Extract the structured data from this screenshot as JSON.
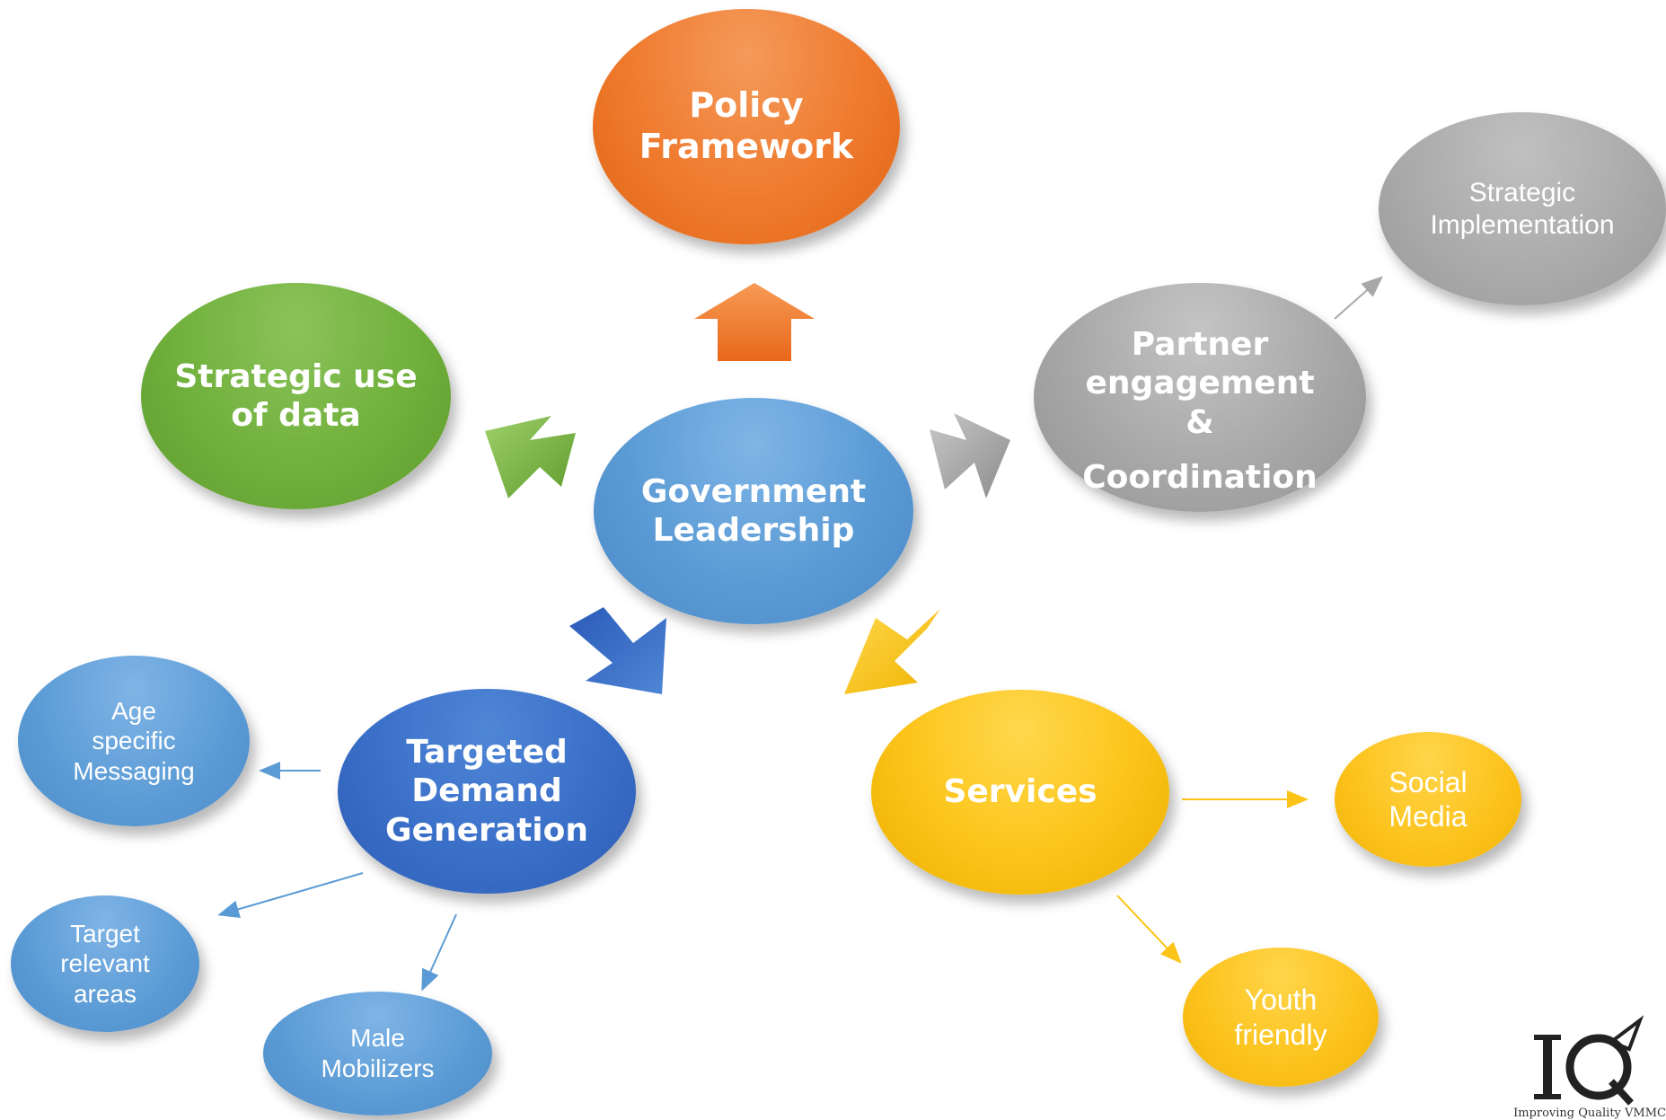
{
  "center": {
    "label_line1": "Government",
    "label_line2": "Leadership"
  },
  "policy": {
    "label_line1": "Policy",
    "label_line2": "Framework"
  },
  "data_use": {
    "label_line1": "Strategic use",
    "label_line2": "of data"
  },
  "partner": {
    "label_line1": "Partner",
    "label_line2": "engagement",
    "label_line3": "&",
    "label_line4": "Coordination"
  },
  "strategic_impl": {
    "label_line1": "Strategic",
    "label_line2": "Implementation"
  },
  "demand": {
    "label_line1": "Targeted",
    "label_line2": "Demand",
    "label_line3": "Generation"
  },
  "services": {
    "label": "Services"
  },
  "age_msg": {
    "label_line1": "Age",
    "label_line2": "specific",
    "label_line3": "Messaging"
  },
  "target_areas": {
    "label_line1": "Target",
    "label_line2": "relevant",
    "label_line3": "areas"
  },
  "male_mob": {
    "label_line1": "Male",
    "label_line2": "Mobilizers"
  },
  "social": {
    "label_line1": "Social",
    "label_line2": "Media"
  },
  "youth": {
    "label_line1": "Youth",
    "label_line2": "friendly"
  },
  "logo": {
    "mark": "IQ",
    "tagline": "Improving Quality VMMC"
  },
  "colors": {
    "policy": "#ef7a2e",
    "data_use": "#70b03c",
    "center": "#5b9bd5",
    "demand": "#3a6fc8",
    "partner": "#a8a8a8",
    "services": "#fcc419"
  }
}
